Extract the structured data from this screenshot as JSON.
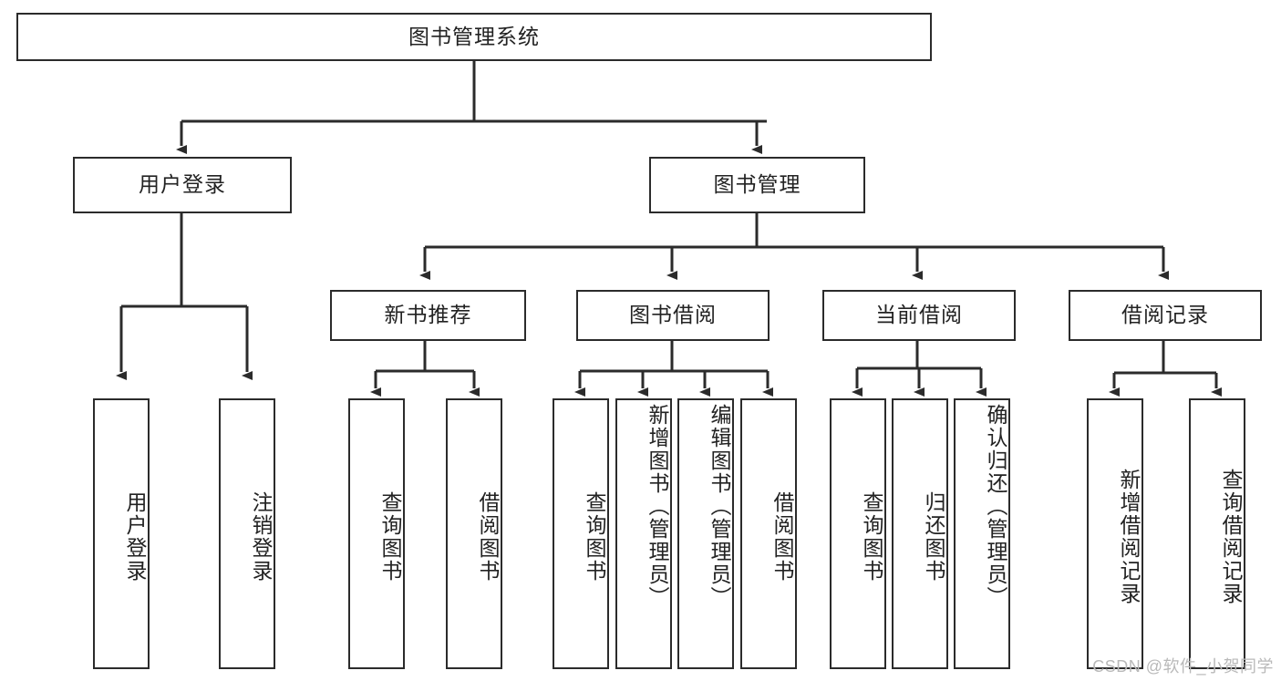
{
  "diagram": {
    "title": "图书管理系统",
    "type": "tree-hierarchy-diagram",
    "watermark": "CSDN @软件_小贺同学",
    "colors": {
      "stroke": "#2b2b2b",
      "text": "#222222",
      "background": "#ffffff",
      "watermark": "#b9b9b9"
    },
    "nodes": {
      "root": {
        "label": "图书管理系统"
      },
      "level2": [
        {
          "id": "user-login",
          "label": "用户登录"
        },
        {
          "id": "book-manage",
          "label": "图书管理"
        }
      ],
      "level3": [
        {
          "id": "new-book-recommend",
          "label": "新书推荐"
        },
        {
          "id": "book-borrow",
          "label": "图书借阅"
        },
        {
          "id": "current-borrow",
          "label": "当前借阅"
        },
        {
          "id": "borrow-record",
          "label": "借阅记录"
        }
      ],
      "leaves": {
        "user_login": [
          {
            "id": "leaf-user-login",
            "label": "用户登录"
          },
          {
            "id": "leaf-user-logout",
            "label": "注销登录"
          }
        ],
        "new_book_recommend": [
          {
            "id": "leaf-query-book-1",
            "label": "查询图书"
          },
          {
            "id": "leaf-borrow-book-1",
            "label": "借阅图书"
          }
        ],
        "book_borrow": [
          {
            "id": "leaf-query-book-2",
            "label": "查询图书"
          },
          {
            "id": "leaf-add-book",
            "label": "新增图书（管理员）"
          },
          {
            "id": "leaf-edit-book",
            "label": "编辑图书（管理员）"
          },
          {
            "id": "leaf-borrow-book-2",
            "label": "借阅图书"
          }
        ],
        "current_borrow": [
          {
            "id": "leaf-query-book-3",
            "label": "查询图书"
          },
          {
            "id": "leaf-return-book",
            "label": "归还图书"
          },
          {
            "id": "leaf-confirm-return",
            "label": "确认归还（管理员）"
          }
        ],
        "borrow_record": [
          {
            "id": "leaf-add-record",
            "label": "新增借阅记录"
          },
          {
            "id": "leaf-query-record",
            "label": "查询借阅记录"
          }
        ]
      }
    }
  }
}
